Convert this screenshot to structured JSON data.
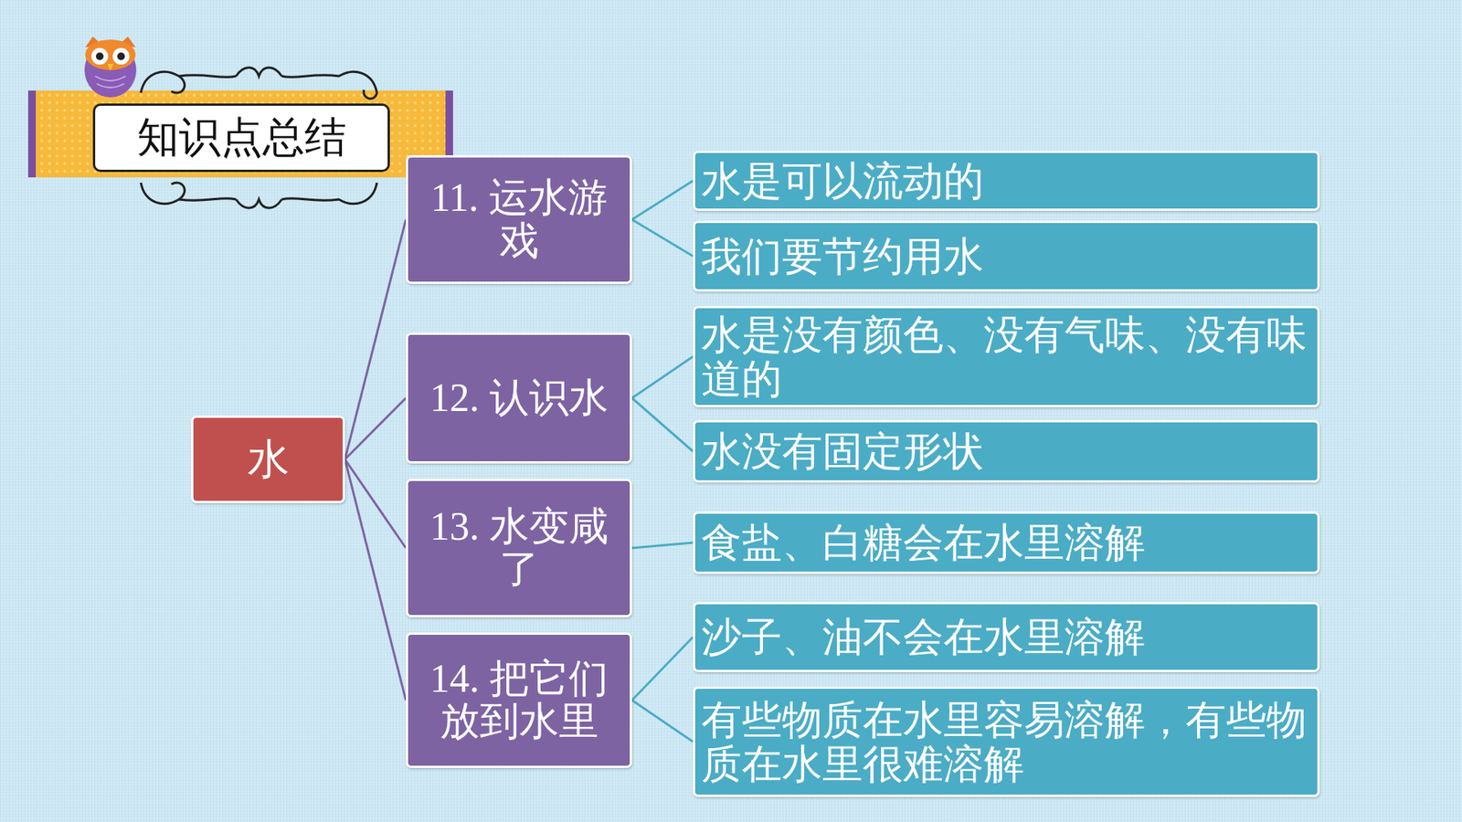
{
  "diagram": {
    "title": "知识点总结",
    "nodes": [
      {
        "text": [
          "水"
        ]
      },
      {
        "text": [
          "11. 运水游戏"
        ]
      },
      {
        "text": [
          "水是可以流动的"
        ]
      },
      {
        "text": [
          "我们要节约用水"
        ]
      },
      {
        "text": [
          "12. 认识水"
        ]
      },
      {
        "text": [
          "水是没有颜色、没有气味、没有味道的"
        ]
      },
      {
        "text": [
          "水没有固定形状"
        ]
      },
      {
        "text": [
          "13. 水变咸了"
        ]
      },
      {
        "text": [
          "食盐、白糖会在水里溶解"
        ]
      },
      {
        "text": [
          "14. 把它们放到水里"
        ]
      },
      {
        "text": [
          "沙子、油不会在水里溶解"
        ]
      },
      {
        "text": [
          "有些物质在水里容易溶解，有些物质在水里很难溶解"
        ]
      }
    ],
    "edges": [
      {
        "from": 0,
        "to": 1,
        "arrow": "none"
      },
      {
        "from": 0,
        "to": 4,
        "arrow": "none"
      },
      {
        "from": 0,
        "to": 7,
        "arrow": "none"
      },
      {
        "from": 0,
        "to": 9,
        "arrow": "none"
      },
      {
        "from": 1,
        "to": 2,
        "arrow": "none"
      },
      {
        "from": 1,
        "to": 3,
        "arrow": "none"
      },
      {
        "from": 4,
        "to": 5,
        "arrow": "none"
      },
      {
        "from": 4,
        "to": 6,
        "arrow": "none"
      },
      {
        "from": 7,
        "to": 8,
        "arrow": "none"
      },
      {
        "from": 9,
        "to": 10,
        "arrow": "none"
      },
      {
        "from": 9,
        "to": 11,
        "arrow": "none"
      }
    ]
  }
}
